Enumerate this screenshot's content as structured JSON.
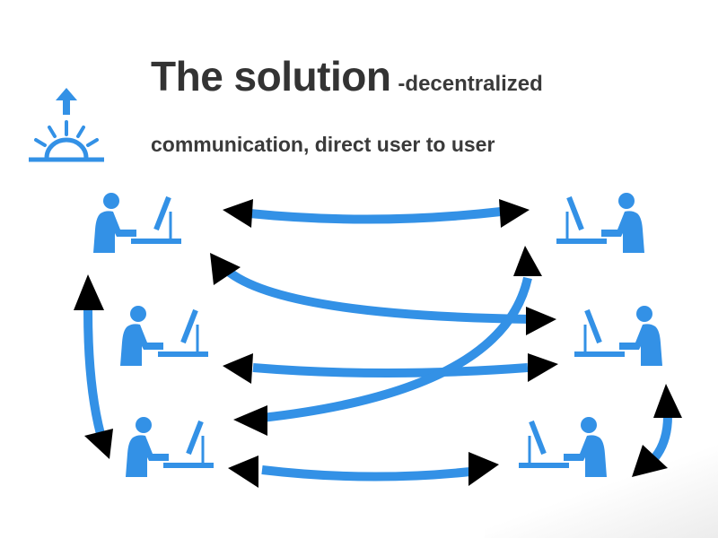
{
  "slide": {
    "title": "The solution",
    "title_suffix": "-decentralized",
    "subtitle": "communication, direct user to user",
    "logo_icon": "sunrise-arrow-up-icon"
  },
  "colors": {
    "accent_blue": "#3391e6",
    "arrowhead": "#000000",
    "title_text": "#333333"
  },
  "diagram": {
    "nodes": [
      {
        "id": "user-left-top",
        "icon": "person-at-computer-icon",
        "facing": "right"
      },
      {
        "id": "user-left-middle",
        "icon": "person-at-computer-icon",
        "facing": "right"
      },
      {
        "id": "user-left-bottom",
        "icon": "person-at-computer-icon",
        "facing": "right"
      },
      {
        "id": "user-right-top",
        "icon": "person-at-computer-icon",
        "facing": "left"
      },
      {
        "id": "user-right-middle",
        "icon": "person-at-computer-icon",
        "facing": "left"
      },
      {
        "id": "user-right-bottom",
        "icon": "person-at-computer-icon",
        "facing": "left"
      }
    ],
    "edges": [
      {
        "from": "user-left-top",
        "to": "user-right-top",
        "bidirectional": true
      },
      {
        "from": "user-left-top",
        "to": "user-right-middle",
        "bidirectional": true
      },
      {
        "from": "user-left-middle",
        "to": "user-right-middle",
        "bidirectional": true
      },
      {
        "from": "user-left-bottom",
        "to": "user-right-top",
        "bidirectional": true
      },
      {
        "from": "user-left-bottom",
        "to": "user-right-bottom",
        "bidirectional": true
      },
      {
        "from": "user-left-top",
        "to": "user-left-bottom",
        "bidirectional": true
      },
      {
        "from": "user-right-middle",
        "to": "user-right-bottom",
        "bidirectional": true
      }
    ]
  }
}
